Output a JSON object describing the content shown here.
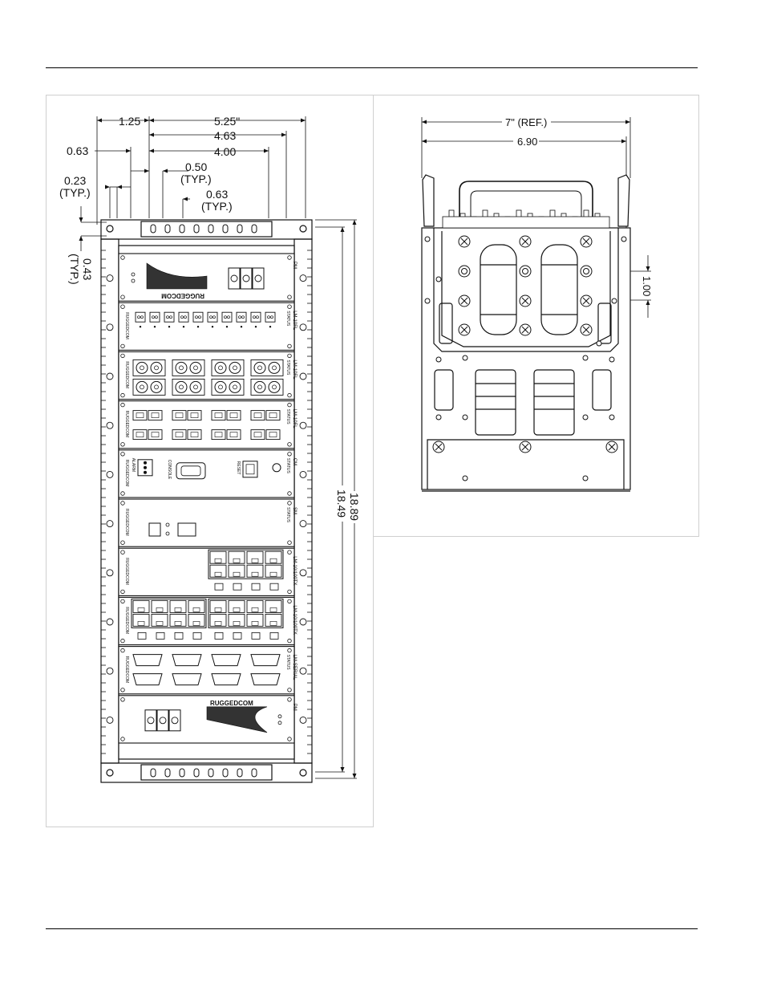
{
  "front_view": {
    "dimensions": {
      "d_5_25": "5.25\"",
      "d_1_25": "1.25",
      "d_4_63": "4.63",
      "d_0_63": "0.63",
      "d_4_00": "4.00",
      "d_0_50": "0.50",
      "d_0_50_typ": "(TYP.)",
      "d_0_23": "0.23",
      "d_0_23_typ": "(TYP.)",
      "d_0_63b": "0.63",
      "d_0_63b_typ": "(TYP.)",
      "d_0_43": "0.43",
      "d_0_43_typ": "(TYP.)",
      "d_18_89": "18.89",
      "d_18_49": "18.49"
    },
    "modules": [
      {
        "id": "pm-top",
        "label": "PM",
        "brand": "RUGGEDCOM",
        "kind": "power"
      },
      {
        "id": "fiber-lc",
        "label": "LM-10FL",
        "status": "STATUS",
        "brand": "RUGGEDCOM",
        "kind": "fiber-lc"
      },
      {
        "id": "fiber-st",
        "label": "LM-10FL",
        "status": "STATUS",
        "brand": "RUGGEDCOM",
        "kind": "fiber-st"
      },
      {
        "id": "fiber-sc",
        "label": "LM-10FL",
        "status": "STATUS",
        "brand": "RUGGEDCOM",
        "kind": "fiber-sc"
      },
      {
        "id": "cm",
        "label": "CM",
        "status": "STATUS",
        "brand": "RUGGEDCOM",
        "console": "CONSOLE",
        "reset": "RESET",
        "alarm": "ALARM",
        "kind": "cm"
      },
      {
        "id": "sm",
        "label": "SM",
        "status": "STATUS",
        "brand": "RUGGEDCOM",
        "kind": "sm"
      },
      {
        "id": "tx-8",
        "label": "LM-10/100TX",
        "brand": "RUGGEDCOM",
        "kind": "rj45-8"
      },
      {
        "id": "tx-16",
        "label": "LM-10/100TX",
        "brand": "RUGGEDCOM",
        "kind": "rj45-16"
      },
      {
        "id": "serial",
        "label": "LM-SERIAL",
        "status": "STATUS",
        "brand": "RUGGEDCOM",
        "kind": "db9"
      },
      {
        "id": "pm-bottom",
        "label": "PM",
        "brand": "RUGGEDCOM",
        "kind": "power"
      }
    ]
  },
  "side_view": {
    "dimensions": {
      "d_7_ref": "7\" (REF.)",
      "d_6_90": "6.90",
      "d_1_00": "1.00"
    }
  }
}
